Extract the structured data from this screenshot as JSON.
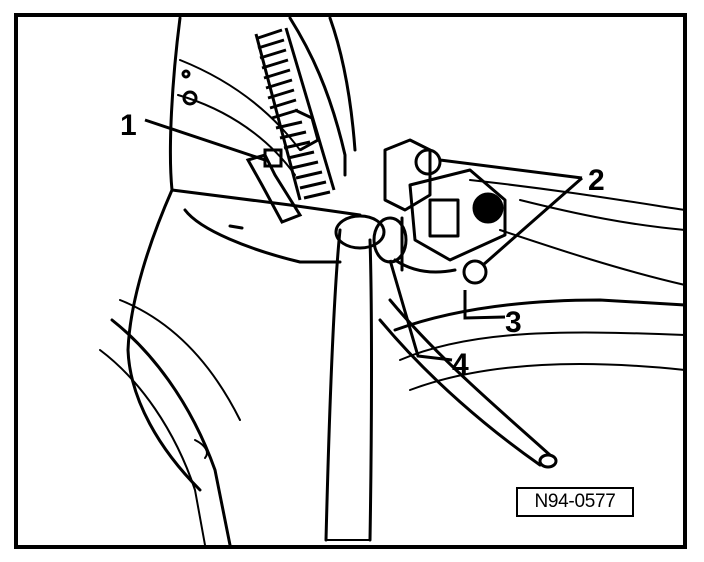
{
  "figure": {
    "reference_code": "N94-0577",
    "callouts": [
      "1",
      "2",
      "3",
      "4"
    ]
  },
  "colors": {
    "ink": "#000000",
    "paper": "#ffffff"
  }
}
